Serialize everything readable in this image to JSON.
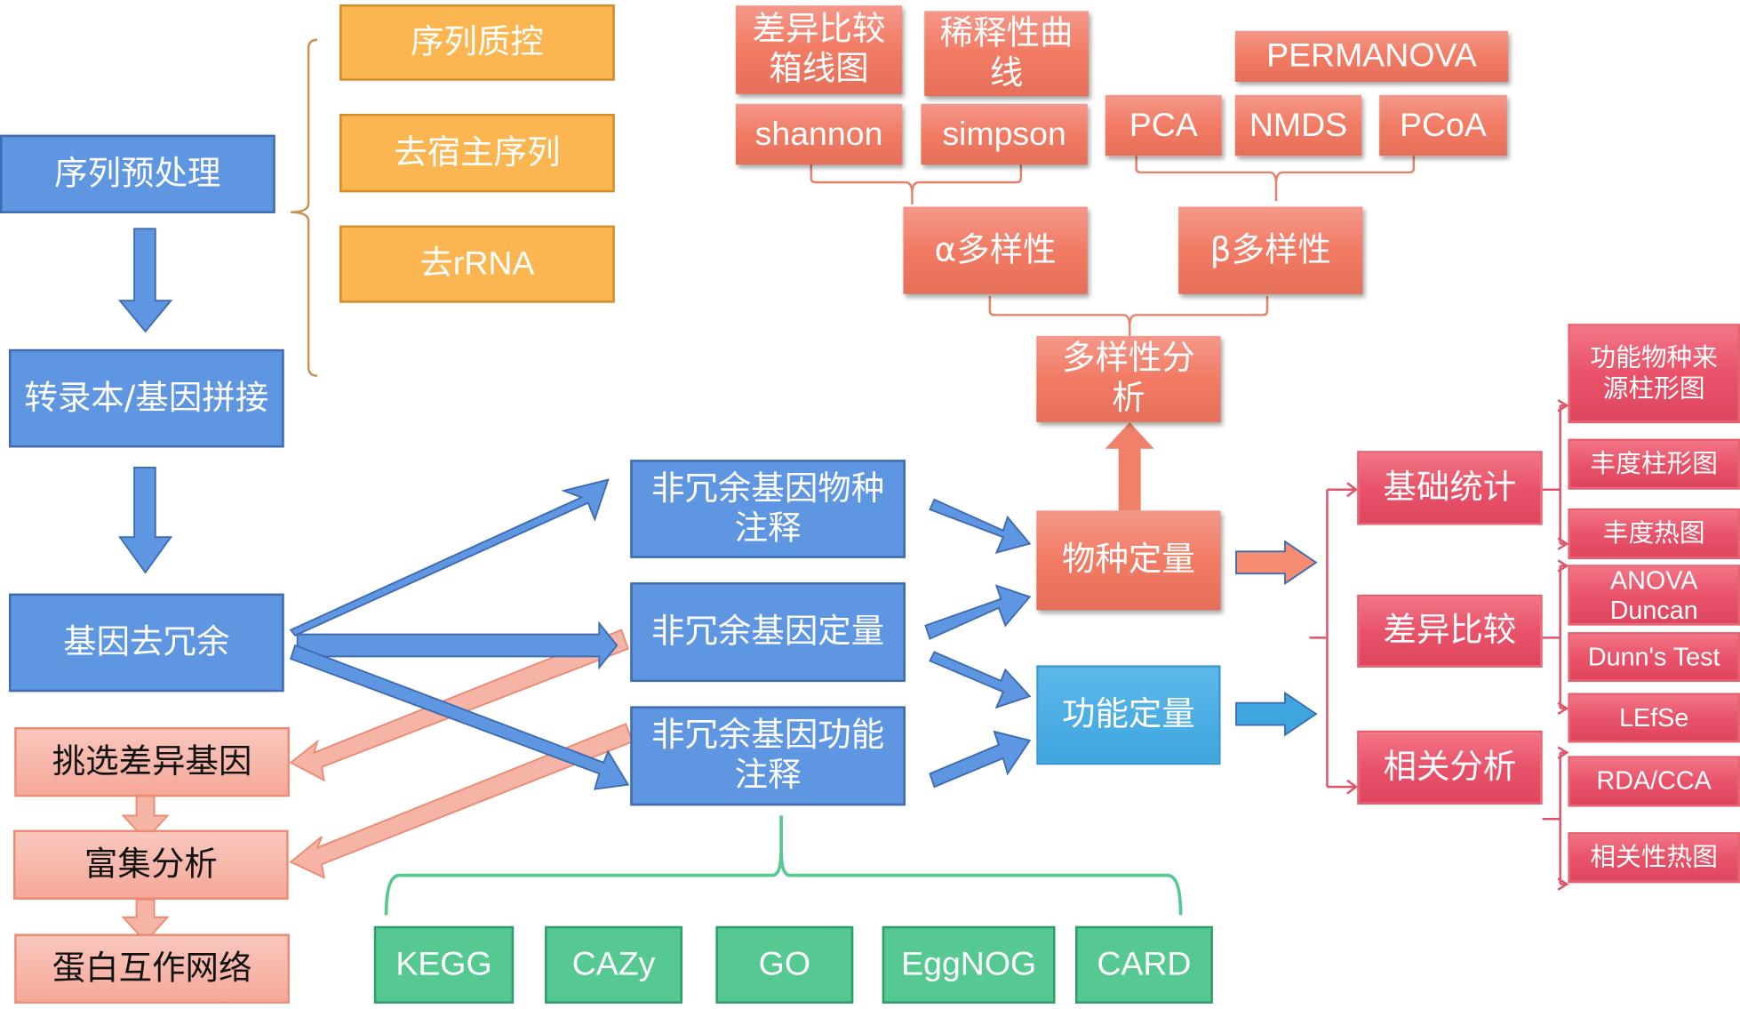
{
  "preprocess": {
    "main": "序列预处理",
    "steps": [
      "序列质控",
      "去宿主序列",
      "去rRNA"
    ]
  },
  "pipeline": {
    "assembly": "转录本/基因拼接",
    "dedup": "基因去冗余"
  },
  "differential": {
    "select": "挑选差异基因",
    "enrich": "富集分析",
    "ppi": "蛋白互作网络"
  },
  "nonredundant": {
    "species_annot": "非冗余基因物种\n注释",
    "quant": "非冗余基因定量",
    "func_annot": "非冗余基因功能\n注释"
  },
  "databases": [
    "KEGG",
    "CAZy",
    "GO",
    "EggNOG",
    "CARD"
  ],
  "quantification": {
    "species": "物种定量",
    "function": "功能定量"
  },
  "diversity": {
    "main": "多样性分\n析",
    "alpha": "α多样性",
    "beta": "β多样性",
    "alpha_items": [
      "shannon",
      "simpson"
    ],
    "alpha_top": [
      "差异比较\n箱线图",
      "稀释性曲\n线"
    ],
    "beta_items": [
      "PCA",
      "NMDS",
      "PCoA"
    ],
    "beta_top": "PERMANOVA"
  },
  "analysis": {
    "categories": [
      "基础统计",
      "差异比较",
      "相关分析"
    ],
    "basic_items": [
      "功能物种来\n源柱形图",
      "丰度柱形图",
      "丰度热图"
    ],
    "diff_items": [
      "ANOVA\nDuncan",
      "Dunn's Test",
      "LEfSe"
    ],
    "corr_items": [
      "RDA/CCA",
      "相关性热图"
    ]
  },
  "colors": {
    "blue": "#5f96e2",
    "orange": "#fbb651",
    "salmon": "#f27b64",
    "pink": "#f5a899",
    "red": "#e9536a",
    "cyan": "#3fa5df",
    "green": "#56c993"
  }
}
